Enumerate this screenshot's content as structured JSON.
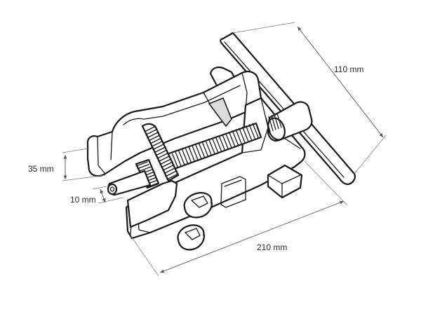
{
  "dimensions": {
    "height_handle": "110 mm",
    "jaw_opening": "35 mm",
    "jaw_tip": "10 mm",
    "length": "210 mm"
  }
}
